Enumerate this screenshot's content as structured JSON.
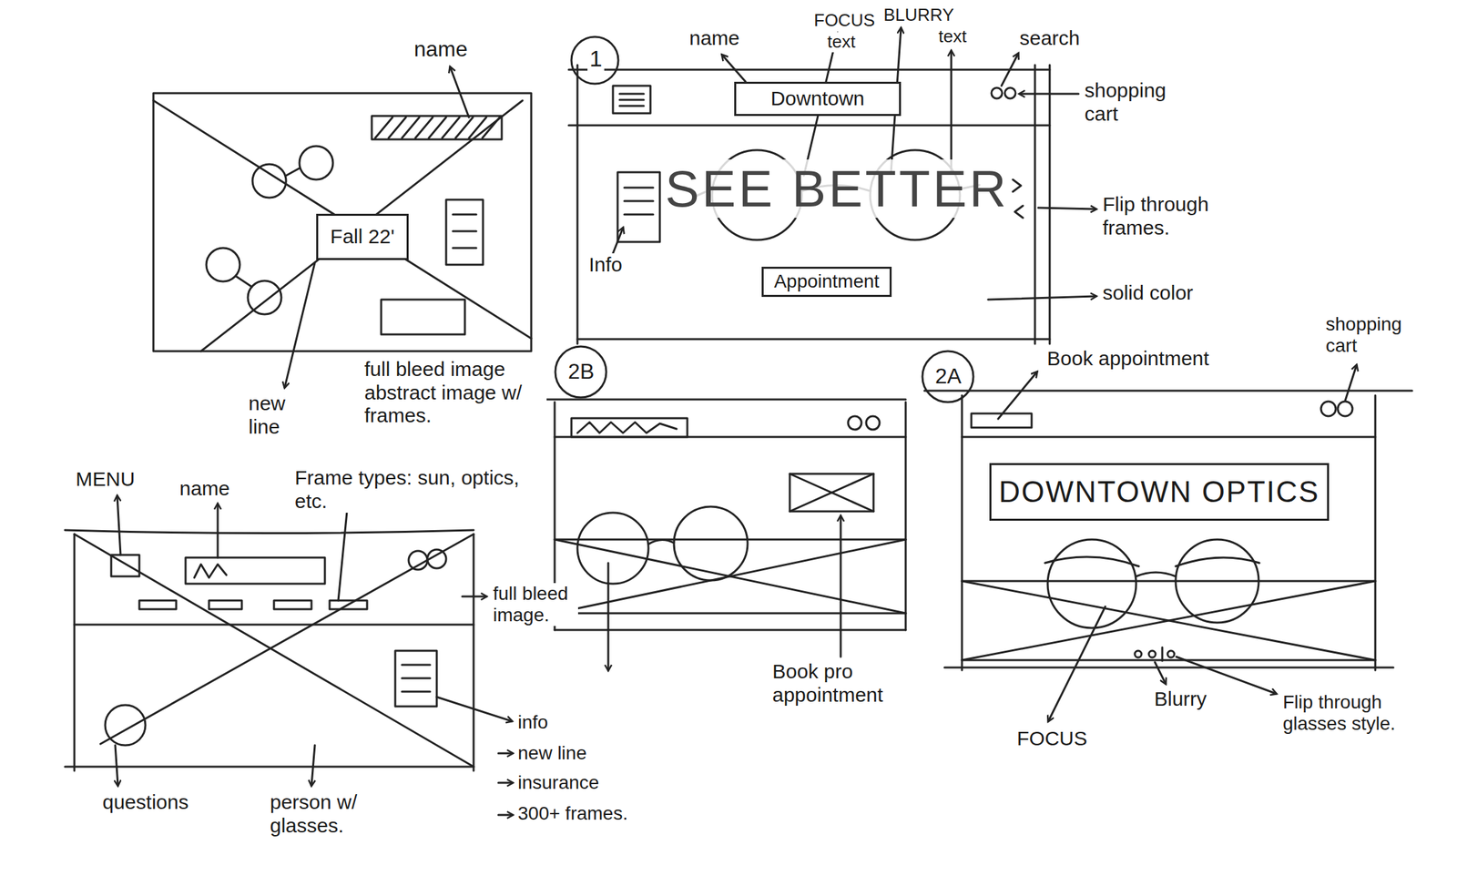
{
  "diagram": {
    "nodes": [
      {
        "text": [
          "Fall 22'"
        ]
      },
      {
        "text": [
          "Downtown"
        ]
      },
      {
        "text": [
          "Appointment"
        ]
      },
      {
        "text": [
          "DOWNTOWN OPTICS"
        ]
      }
    ],
    "labels": [
      "name",
      "new line",
      "full bleed image abstract image w/ frames.",
      "1",
      "name",
      "FOCUS",
      "text",
      "BLURRY",
      "text",
      "search",
      "shopping cart",
      "SEE BETTER",
      "Info",
      "Flip through frames.",
      "solid color",
      "2B",
      "full bleed image.",
      "Book pro appointment",
      "2A",
      "Book appointment",
      "shopping cart",
      "FOCUS",
      "Blurry",
      "Flip through glasses style.",
      "MENU",
      "name",
      "Frame types: sun, optics, etc.",
      "info",
      "new line",
      "insurance",
      "300+ frames.",
      "questions",
      "person w/ glasses."
    ]
  }
}
